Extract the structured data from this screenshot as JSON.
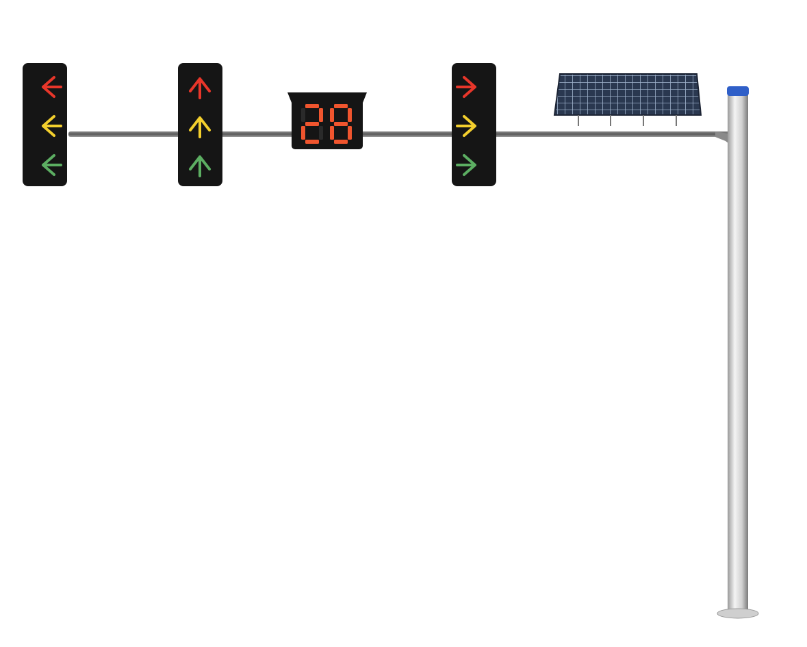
{
  "scene": {
    "background": "#ffffff",
    "signals": [
      {
        "direction": "left",
        "lamps": [
          "red",
          "yellow",
          "green"
        ]
      },
      {
        "direction": "straight",
        "lamps": [
          "red",
          "yellow",
          "green"
        ]
      },
      {
        "direction": "right",
        "lamps": [
          "red",
          "yellow",
          "green"
        ]
      }
    ],
    "countdown": {
      "value": "28",
      "color": "#f0552e"
    },
    "colors": {
      "red": "#e8362a",
      "yellow": "#f3cf2d",
      "green": "#5cae62",
      "housing": "#151515",
      "arm": "#6b6b6b",
      "pole_cap": "#2f5fc8",
      "solar_panel": "#2a3850"
    },
    "icons": [
      "left-arrow-icon",
      "up-arrow-icon",
      "right-arrow-icon",
      "solar-panel-icon"
    ]
  }
}
